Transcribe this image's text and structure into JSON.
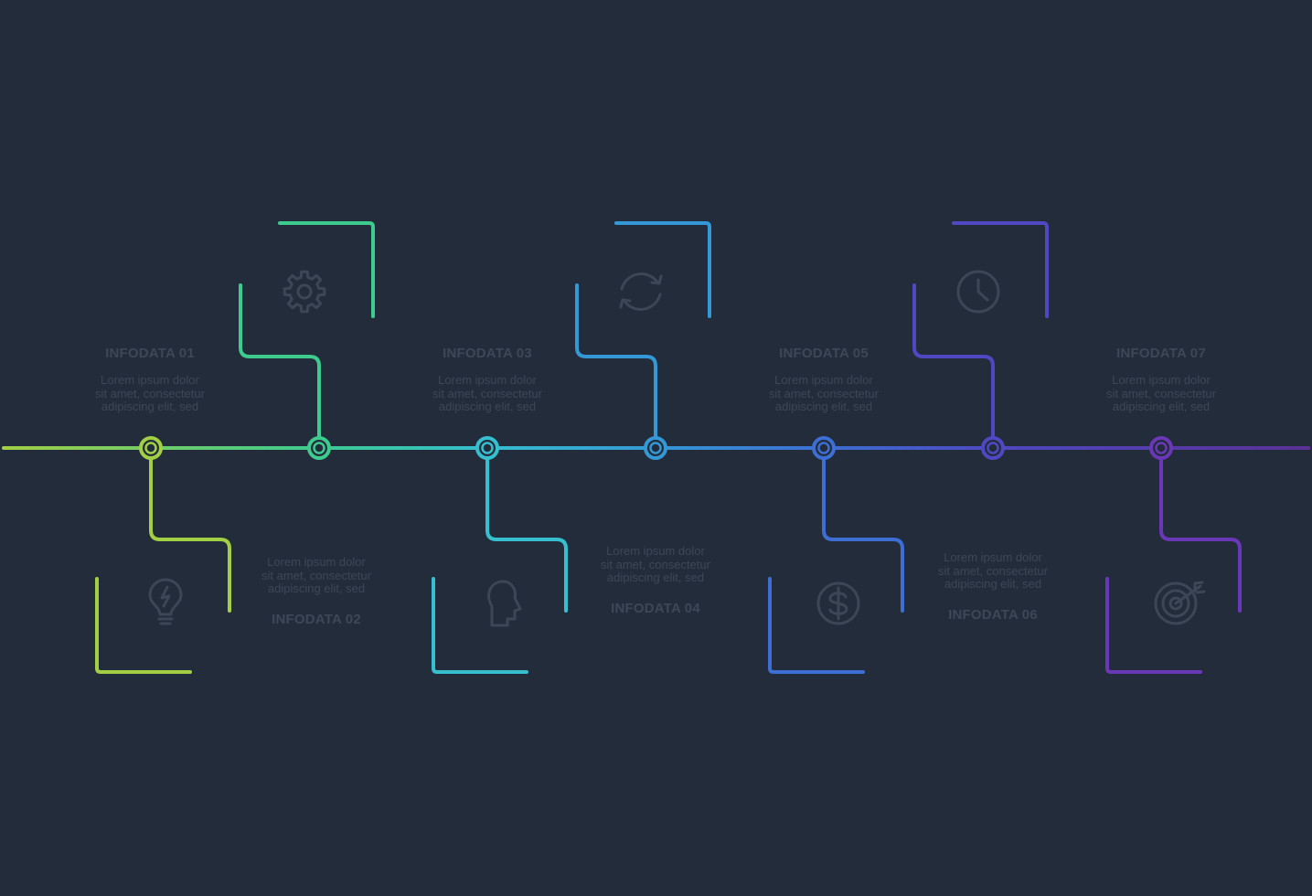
{
  "background": "#232c3b",
  "text_color": "#3c4758",
  "icon_color": "#3b4657",
  "steps": [
    {
      "title": "INFODATA 01",
      "desc": [
        "Lorem ipsum dolor",
        "sit amet, consectetur",
        "adipiscing elit, sed"
      ],
      "color": "#a3cf45",
      "icon": "lightbulb-icon",
      "placement": "text-top"
    },
    {
      "title": "INFODATA 02",
      "desc": [
        "Lorem ipsum dolor",
        "sit amet, consectetur",
        "adipiscing elit, sed"
      ],
      "color": "#3dcb8e",
      "icon": "gear-icon",
      "placement": "text-bottom"
    },
    {
      "title": "INFODATA 03",
      "desc": [
        "Lorem ipsum dolor",
        "sit amet, consectetur",
        "adipiscing elit, sed"
      ],
      "color": "#35bfcf",
      "icon": "head-icon",
      "placement": "text-top"
    },
    {
      "title": "INFODATA 04",
      "desc": [
        "Lorem ipsum dolor",
        "sit amet, consectetur",
        "adipiscing elit, sed"
      ],
      "color": "#3598d6",
      "icon": "refresh-icon",
      "placement": "text-bottom"
    },
    {
      "title": "INFODATA 05",
      "desc": [
        "Lorem ipsum dolor",
        "sit amet, consectetur",
        "adipiscing elit, sed"
      ],
      "color": "#3c6ed3",
      "icon": "dollar-icon",
      "placement": "text-top"
    },
    {
      "title": "INFODATA 06",
      "desc": [
        "Lorem ipsum dolor",
        "sit amet, consectetur",
        "adipiscing elit, sed"
      ],
      "color": "#4e48c2",
      "icon": "clock-icon",
      "placement": "text-bottom"
    },
    {
      "title": "INFODATA 07",
      "desc": [
        "Lorem ipsum dolor",
        "sit amet, consectetur",
        "adipiscing elit, sed"
      ],
      "color": "#6a38b6",
      "icon": "target-icon",
      "placement": "text-top"
    }
  ]
}
